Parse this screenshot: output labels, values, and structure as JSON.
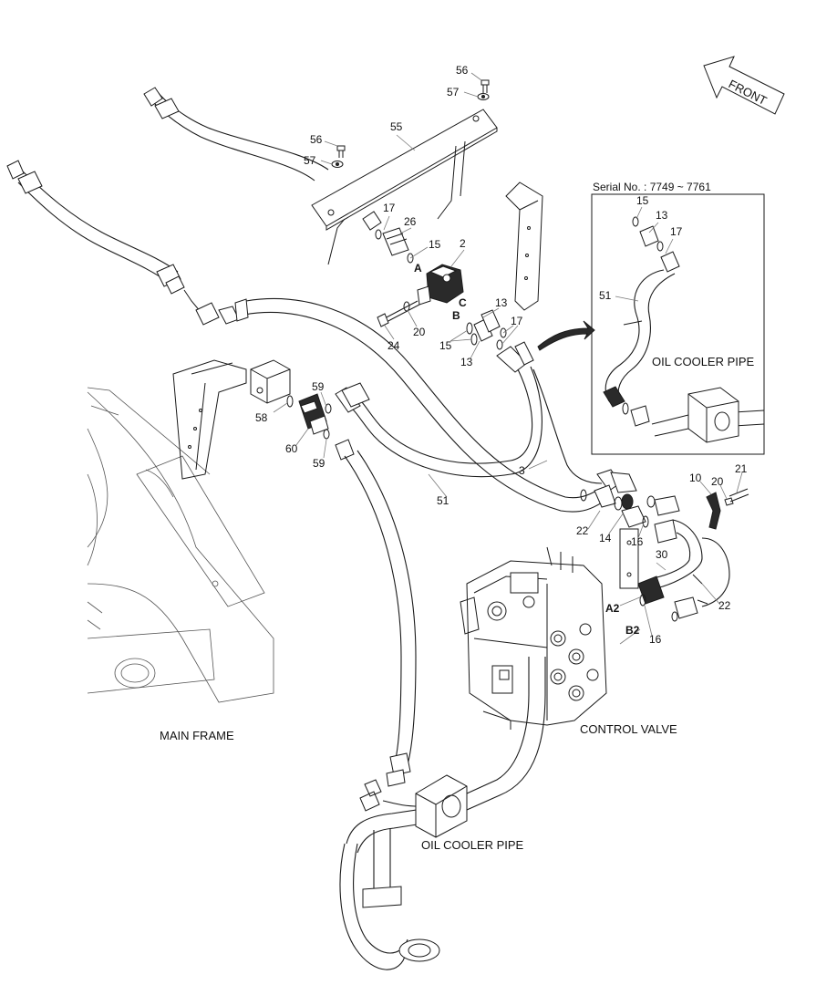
{
  "front_label": "FRONT",
  "serial_number": "Serial No. : 7749 ~ 7761",
  "inset_labels": {
    "n15": "15",
    "n13": "13",
    "n17": "17",
    "n51": "51",
    "oil_cooler_pipe": "OIL COOLER PIPE"
  },
  "captions": {
    "main_frame": "MAIN FRAME",
    "control_valve": "CONTROL VALVE",
    "oil_cooler_pipe": "OIL COOLER PIPE"
  },
  "port_labels": {
    "A": "A",
    "B": "B",
    "C": "C",
    "A2": "A2",
    "B2": "B2"
  },
  "part_labels": [
    "56",
    "57",
    "55",
    "56",
    "57",
    "17",
    "26",
    "15",
    "2",
    "13",
    "17",
    "20",
    "24",
    "15",
    "13",
    "59",
    "58",
    "60",
    "59",
    "51",
    "3",
    "10",
    "20",
    "21",
    "22",
    "14",
    "16",
    "30",
    "22",
    "16"
  ]
}
